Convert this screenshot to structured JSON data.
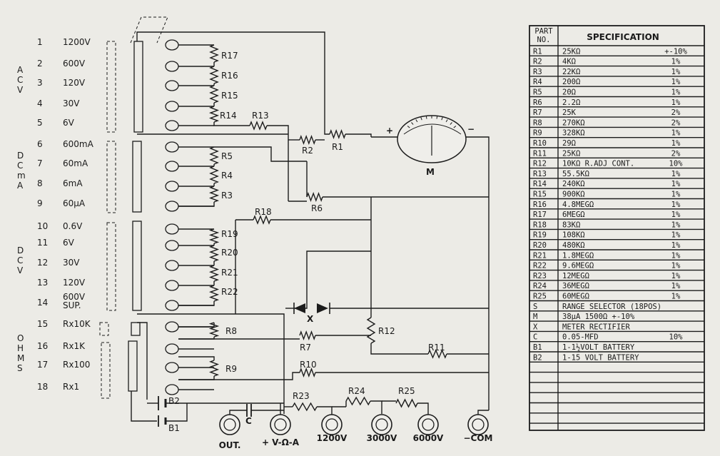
{
  "ranges": [
    {
      "num": "1",
      "label": "1200V"
    },
    {
      "num": "2",
      "label": "600V"
    },
    {
      "num": "3",
      "label": "120V"
    },
    {
      "num": "4",
      "label": "30V"
    },
    {
      "num": "5",
      "label": "6V"
    },
    {
      "num": "6",
      "label": "600mA"
    },
    {
      "num": "7",
      "label": "60mA"
    },
    {
      "num": "8",
      "label": "6mA"
    },
    {
      "num": "9",
      "label": "60μA"
    },
    {
      "num": "10",
      "label": "0.6V"
    },
    {
      "num": "11",
      "label": "6V"
    },
    {
      "num": "12",
      "label": "30V"
    },
    {
      "num": "13",
      "label": "120V"
    },
    {
      "num": "14",
      "label": "600V SUP."
    },
    {
      "num": "15",
      "label": "Rx10K"
    },
    {
      "num": "16",
      "label": "Rx1K"
    },
    {
      "num": "17",
      "label": "Rx100"
    },
    {
      "num": "18",
      "label": "Rx1"
    }
  ],
  "groups": [
    {
      "letters": [
        "A",
        "C",
        "V"
      ]
    },
    {
      "letters": [
        "D",
        "C",
        "m",
        "A"
      ]
    },
    {
      "letters": [
        "D",
        "C",
        "V"
      ]
    },
    {
      "letters": [
        "O",
        "H",
        "M",
        "S"
      ]
    }
  ],
  "resistors": {
    "R17": "R17",
    "R16": "R16",
    "R15": "R15",
    "R14": "R14",
    "R13": "R13",
    "R5": "R5",
    "R4": "R4",
    "R3": "R3",
    "R18": "R18",
    "R19": "R19",
    "R20": "R20",
    "R21": "R21",
    "R22": "R22",
    "R8": "R8",
    "R9": "R9",
    "R7": "R7",
    "R10": "R10",
    "R2": "R2",
    "R1": "R1",
    "R6": "R6",
    "R12": "R12",
    "R11": "R11",
    "R23": "R23",
    "R24": "R24",
    "R25": "R25"
  },
  "components": {
    "meter": "M",
    "plus": "+",
    "minus": "−",
    "rectifier": "X",
    "capacitor": "C",
    "battery1": "B1",
    "battery2": "B2"
  },
  "terminals": [
    "OUT.",
    "+ V-Ω-A",
    "1200V",
    "3000V",
    "6000V",
    "−COM"
  ],
  "table": {
    "header_part": "PART",
    "header_no": "NO.",
    "header_spec": "SPECIFICATION",
    "rows": [
      {
        "part": "R1",
        "spec": "25KΩ",
        "tol": "+-10%"
      },
      {
        "part": "R2",
        "spec": "4KΩ",
        "tol": "1%"
      },
      {
        "part": "R3",
        "spec": "22KΩ",
        "tol": "1%"
      },
      {
        "part": "R4",
        "spec": "200Ω",
        "tol": "1%"
      },
      {
        "part": "R5",
        "spec": "20Ω",
        "tol": "1%"
      },
      {
        "part": "R6",
        "spec": "2.2Ω",
        "tol": "1%"
      },
      {
        "part": "R7",
        "spec": "25K",
        "tol": "2%"
      },
      {
        "part": "R8",
        "spec": "270KΩ",
        "tol": "2%"
      },
      {
        "part": "R9",
        "spec": "328KΩ",
        "tol": "1%"
      },
      {
        "part": "R10",
        "spec": "29Ω",
        "tol": "1%"
      },
      {
        "part": "R11",
        "spec": "25KΩ",
        "tol": "2%"
      },
      {
        "part": "R12",
        "spec": "10KΩ R.ADJ CONT.",
        "tol": "10%"
      },
      {
        "part": "R13",
        "spec": "55.5KΩ",
        "tol": "1%"
      },
      {
        "part": "R14",
        "spec": "240KΩ",
        "tol": "1%"
      },
      {
        "part": "R15",
        "spec": "900KΩ",
        "tol": "1%"
      },
      {
        "part": "R16",
        "spec": "4.8MEGΩ",
        "tol": "1%"
      },
      {
        "part": "R17",
        "spec": "6MEGΩ",
        "tol": "1%"
      },
      {
        "part": "R18",
        "spec": "83KΩ",
        "tol": "1%"
      },
      {
        "part": "R19",
        "spec": "108KΩ",
        "tol": "1%"
      },
      {
        "part": "R20",
        "spec": "480KΩ",
        "tol": "1%"
      },
      {
        "part": "R21",
        "spec": "1.8MEGΩ",
        "tol": "1%"
      },
      {
        "part": "R22",
        "spec": "9.6MEGΩ",
        "tol": "1%"
      },
      {
        "part": "R23",
        "spec": "12MEGΩ",
        "tol": "1%"
      },
      {
        "part": "R24",
        "spec": "36MEGΩ",
        "tol": "1%"
      },
      {
        "part": "R25",
        "spec": "60MEGΩ",
        "tol": "1%"
      },
      {
        "part": "S",
        "spec": "RANGE SELECTOR (18POS)",
        "tol": ""
      },
      {
        "part": "M",
        "spec": "38μA 1500Ω +-10%",
        "tol": ""
      },
      {
        "part": "X",
        "spec": "METER RECTIFIER",
        "tol": ""
      },
      {
        "part": "C",
        "spec": "0.05-MFD",
        "tol": "10%"
      },
      {
        "part": "B1",
        "spec": "1-1½VOLT BATTERY",
        "tol": ""
      },
      {
        "part": "B2",
        "spec": "1-15 VOLT BATTERY",
        "tol": ""
      }
    ]
  }
}
